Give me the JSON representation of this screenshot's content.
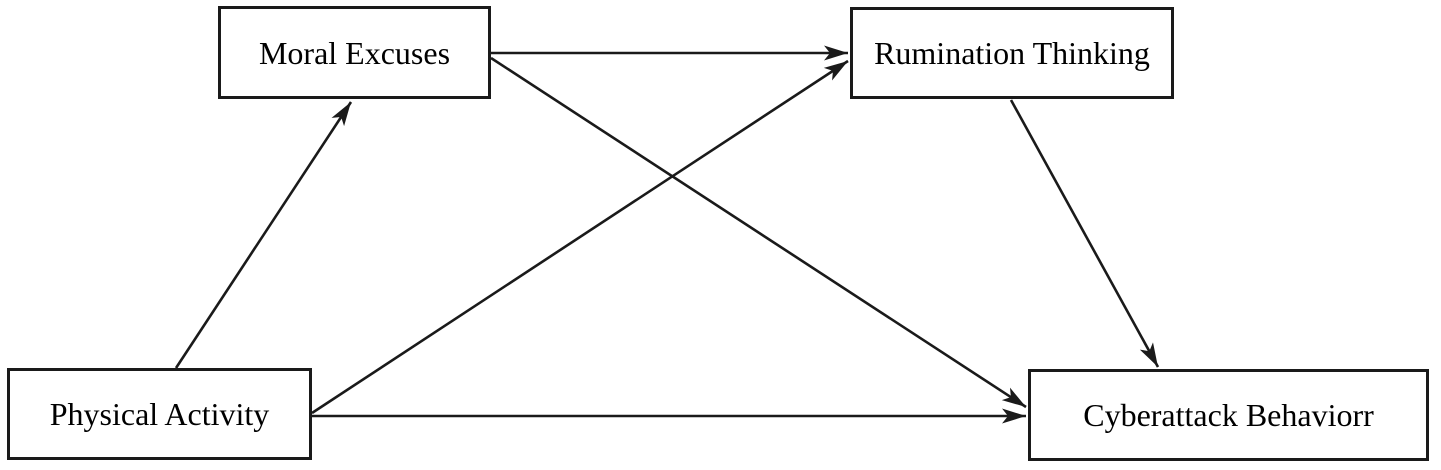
{
  "diagram": {
    "type": "path-model",
    "description": "Mediation model diagram with four boxed variables connected by arrows",
    "nodes": {
      "physical_activity": {
        "label": "Physical Activity"
      },
      "moral_excuses": {
        "label": "Moral Excuses"
      },
      "rumination_thinking": {
        "label": "Rumination Thinking"
      },
      "cyberattack_behavior": {
        "label": "Cyberattack Behaviorr"
      }
    },
    "edges": [
      {
        "from": "Physical Activity",
        "to": "Moral Excuses"
      },
      {
        "from": "Moral Excuses",
        "to": "Rumination Thinking"
      },
      {
        "from": "Physical Activity",
        "to": "Rumination Thinking"
      },
      {
        "from": "Moral Excuses",
        "to": "Cyberattack Behaviorr"
      },
      {
        "from": "Physical Activity",
        "to": "Cyberattack Behaviorr"
      },
      {
        "from": "Rumination Thinking",
        "to": "Cyberattack Behaviorr"
      }
    ],
    "colors": {
      "background": "#ffffff",
      "box_fill": "#ffffff",
      "box_border": "#1a1a1a",
      "line": "#1a1a1a",
      "text": "#000000"
    }
  }
}
